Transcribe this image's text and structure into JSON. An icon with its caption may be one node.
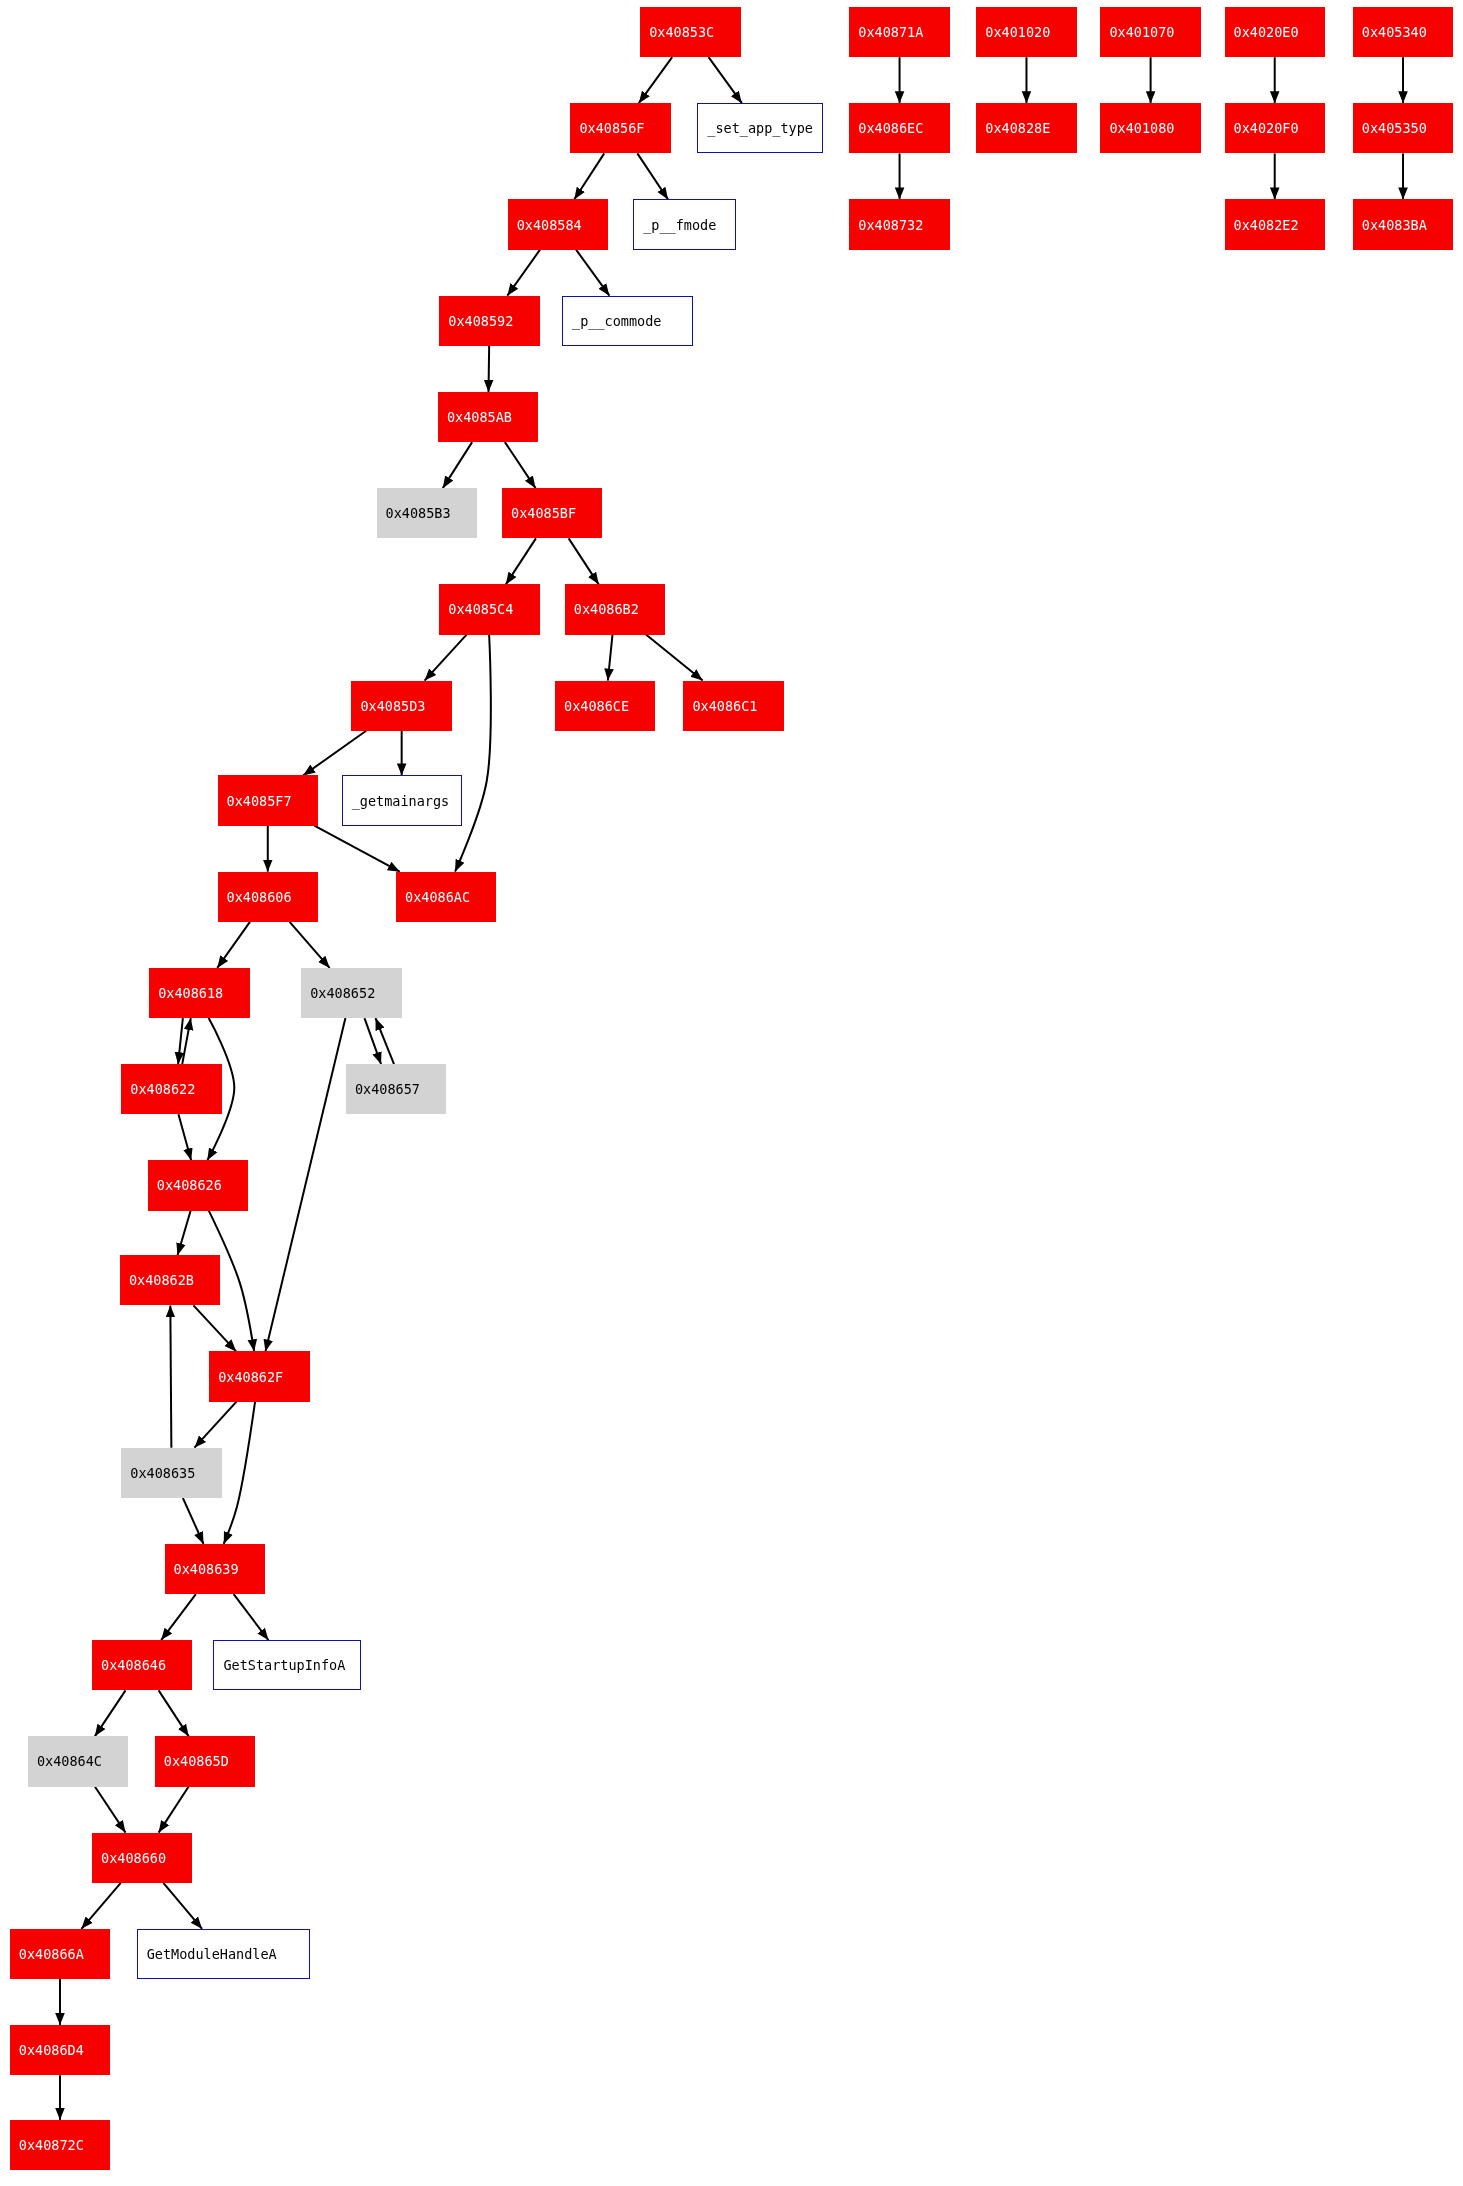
{
  "diagram": {
    "nodes": [
      {
        "text": [
          "0x40853C"
        ]
      },
      {
        "text": [
          "0x40856F"
        ]
      },
      {
        "text": [
          "_set_app_type"
        ]
      },
      {
        "text": [
          "0x408584"
        ]
      },
      {
        "text": [
          "_p__fmode"
        ]
      },
      {
        "text": [
          "0x408592"
        ]
      },
      {
        "text": [
          "_p__commode"
        ]
      },
      {
        "text": [
          "0x4085AB"
        ]
      },
      {
        "text": [
          "0x4085B3"
        ]
      },
      {
        "text": [
          "0x4085BF"
        ]
      },
      {
        "text": [
          "0x4085C4"
        ]
      },
      {
        "text": [
          "0x4086B2"
        ]
      },
      {
        "text": [
          "0x4085D3"
        ]
      },
      {
        "text": [
          "0x4086CE"
        ]
      },
      {
        "text": [
          "0x4086C1"
        ]
      },
      {
        "text": [
          "0x4085F7"
        ]
      },
      {
        "text": [
          "_getmainargs"
        ]
      },
      {
        "text": [
          "0x408606"
        ]
      },
      {
        "text": [
          "0x4086AC"
        ]
      },
      {
        "text": [
          "0x408618"
        ]
      },
      {
        "text": [
          "0x408652"
        ]
      },
      {
        "text": [
          "0x408622"
        ]
      },
      {
        "text": [
          "0x408657"
        ]
      },
      {
        "text": [
          "0x408626"
        ]
      },
      {
        "text": [
          "0x40862B"
        ]
      },
      {
        "text": [
          "0x40862F"
        ]
      },
      {
        "text": [
          "0x408635"
        ]
      },
      {
        "text": [
          "0x408639"
        ]
      },
      {
        "text": [
          "0x408646"
        ]
      },
      {
        "text": [
          "GetStartupInfoA"
        ]
      },
      {
        "text": [
          "0x40864C"
        ]
      },
      {
        "text": [
          "0x40865D"
        ]
      },
      {
        "text": [
          "0x408660"
        ]
      },
      {
        "text": [
          "0x40866A"
        ]
      },
      {
        "text": [
          "GetModuleHandleA"
        ]
      },
      {
        "text": [
          "0x4086D4"
        ]
      },
      {
        "text": [
          "0x40872C"
        ]
      },
      {
        "text": [
          "0x40871A"
        ]
      },
      {
        "text": [
          "0x4086EC"
        ]
      },
      {
        "text": [
          "0x408732"
        ]
      },
      {
        "text": [
          "0x401020"
        ]
      },
      {
        "text": [
          "0x40828E"
        ]
      },
      {
        "text": [
          "0x401070"
        ]
      },
      {
        "text": [
          "0x401080"
        ]
      },
      {
        "text": [
          "0x4020E0"
        ]
      },
      {
        "text": [
          "0x4020F0"
        ]
      },
      {
        "text": [
          "0x4082E2"
        ]
      },
      {
        "text": [
          "0x405340"
        ]
      },
      {
        "text": [
          "0x405350"
        ]
      },
      {
        "text": [
          "0x4083BA"
        ]
      }
    ],
    "edges": [
      {
        "from": 0,
        "to": 1,
        "arrow": "to"
      },
      {
        "from": 0,
        "to": 2,
        "arrow": "to"
      },
      {
        "from": 1,
        "to": 3,
        "arrow": "to"
      },
      {
        "from": 1,
        "to": 4,
        "arrow": "to"
      },
      {
        "from": 3,
        "to": 5,
        "arrow": "to"
      },
      {
        "from": 3,
        "to": 6,
        "arrow": "to"
      },
      {
        "from": 5,
        "to": 7,
        "arrow": "to"
      },
      {
        "from": 7,
        "to": 8,
        "arrow": "to"
      },
      {
        "from": 7,
        "to": 9,
        "arrow": "to"
      },
      {
        "from": 9,
        "to": 10,
        "arrow": "to"
      },
      {
        "from": 9,
        "to": 11,
        "arrow": "to"
      },
      {
        "from": 10,
        "to": 12,
        "arrow": "to"
      },
      {
        "from": 10,
        "to": 18,
        "arrow": "to"
      },
      {
        "from": 11,
        "to": 13,
        "arrow": "to"
      },
      {
        "from": 11,
        "to": 14,
        "arrow": "to"
      },
      {
        "from": 12,
        "to": 15,
        "arrow": "to"
      },
      {
        "from": 12,
        "to": 16,
        "arrow": "to"
      },
      {
        "from": 15,
        "to": 17,
        "arrow": "to"
      },
      {
        "from": 15,
        "to": 18,
        "arrow": "to"
      },
      {
        "from": 17,
        "to": 19,
        "arrow": "to"
      },
      {
        "from": 17,
        "to": 20,
        "arrow": "to"
      },
      {
        "from": 19,
        "to": 21,
        "arrow": "to"
      },
      {
        "from": 21,
        "to": 19,
        "arrow": "to"
      },
      {
        "from": 19,
        "to": 23,
        "arrow": "to"
      },
      {
        "from": 21,
        "to": 23,
        "arrow": "to"
      },
      {
        "from": 20,
        "to": 22,
        "arrow": "to"
      },
      {
        "from": 22,
        "to": 20,
        "arrow": "to"
      },
      {
        "from": 20,
        "to": 25,
        "arrow": "to"
      },
      {
        "from": 23,
        "to": 24,
        "arrow": "to"
      },
      {
        "from": 23,
        "to": 25,
        "arrow": "to"
      },
      {
        "from": 24,
        "to": 25,
        "arrow": "to"
      },
      {
        "from": 25,
        "to": 26,
        "arrow": "to"
      },
      {
        "from": 26,
        "to": 24,
        "arrow": "to"
      },
      {
        "from": 26,
        "to": 27,
        "arrow": "to"
      },
      {
        "from": 25,
        "to": 27,
        "arrow": "to"
      },
      {
        "from": 27,
        "to": 28,
        "arrow": "to"
      },
      {
        "from": 27,
        "to": 29,
        "arrow": "to"
      },
      {
        "from": 28,
        "to": 30,
        "arrow": "to"
      },
      {
        "from": 28,
        "to": 31,
        "arrow": "to"
      },
      {
        "from": 30,
        "to": 32,
        "arrow": "to"
      },
      {
        "from": 31,
        "to": 32,
        "arrow": "to"
      },
      {
        "from": 32,
        "to": 33,
        "arrow": "to"
      },
      {
        "from": 32,
        "to": 34,
        "arrow": "to"
      },
      {
        "from": 33,
        "to": 35,
        "arrow": "to"
      },
      {
        "from": 35,
        "to": 36,
        "arrow": "to"
      },
      {
        "from": 37,
        "to": 38,
        "arrow": "to"
      },
      {
        "from": 38,
        "to": 39,
        "arrow": "to"
      },
      {
        "from": 40,
        "to": 41,
        "arrow": "to"
      },
      {
        "from": 42,
        "to": 43,
        "arrow": "to"
      },
      {
        "from": 44,
        "to": 45,
        "arrow": "to"
      },
      {
        "from": 45,
        "to": 46,
        "arrow": "to"
      },
      {
        "from": 47,
        "to": 48,
        "arrow": "to"
      },
      {
        "from": 48,
        "to": 49,
        "arrow": "to"
      }
    ]
  }
}
